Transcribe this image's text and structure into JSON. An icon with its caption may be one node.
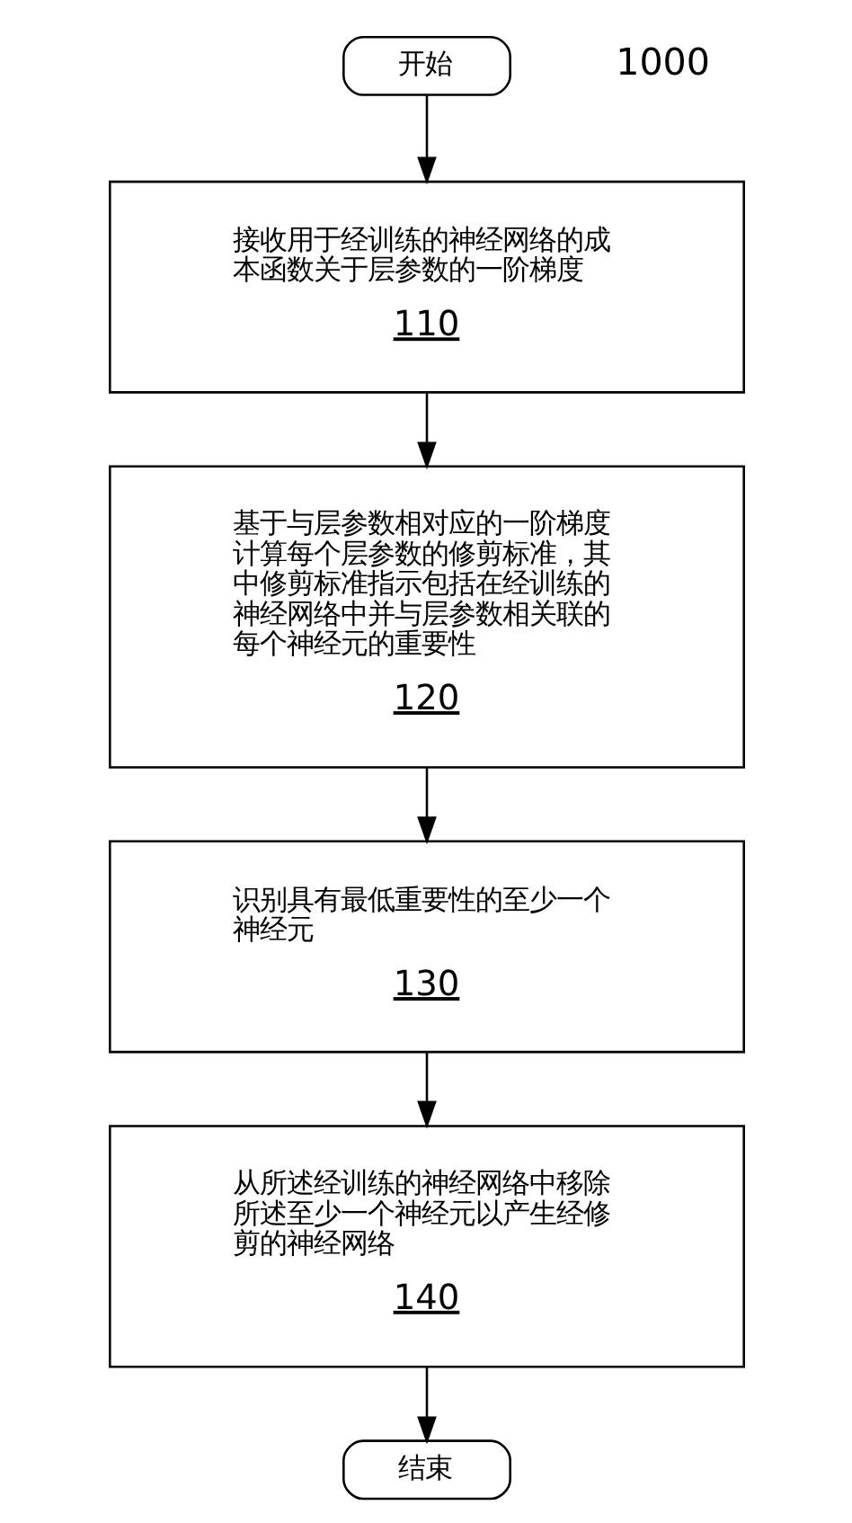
{
  "diagram": {
    "nodes": [
      {
        "text": [
          "开始"
        ]
      },
      {
        "text": [
          "接收用于经训练的神经网络的成本函数关于层参数的一阶梯度",
          "110"
        ]
      },
      {
        "text": [
          "基于与层参数相对应的一阶梯度计算每个层参数的修剪标准，其中修剪标准指示包括在经训练的神经网络中并与层参数相关联的每个神经元的重要性",
          "120"
        ]
      },
      {
        "text": [
          "识别具有最低重要性的至少一个神经元",
          "130"
        ]
      },
      {
        "text": [
          "从所述经训练的神经网络中移除所述至少一个神经元以产生经修剪的神经网络",
          "140"
        ]
      },
      {
        "text": [
          "结束"
        ]
      }
    ],
    "edges": [
      {
        "from": 0,
        "to": 1,
        "arrow": "to"
      },
      {
        "from": 1,
        "to": 2,
        "arrow": "to"
      },
      {
        "from": 2,
        "to": 3,
        "arrow": "to"
      },
      {
        "from": 3,
        "to": 4,
        "arrow": "to"
      },
      {
        "from": 4,
        "to": 5,
        "arrow": "to"
      }
    ],
    "labels": [
      "1000"
    ]
  }
}
